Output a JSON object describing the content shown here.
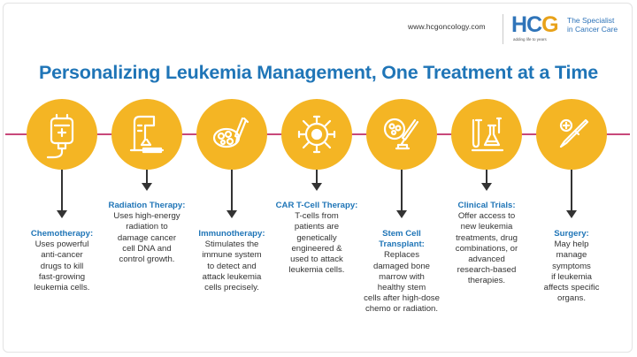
{
  "header": {
    "website": "www.hcgoncology.com",
    "logo_letters": "HC",
    "logo_g": "G",
    "logo_tagline": "adding life to years",
    "logo_text_line1": "The Specialist",
    "logo_text_line2": "in Cancer Care"
  },
  "title": "Personalizing Leukemia Management, One Treatment at a Time",
  "colors": {
    "title_blue": "#1f75b7",
    "circle_yellow": "#f4b524",
    "timeline_pink": "#c8487a"
  },
  "treatments": [
    {
      "icon": "iv-bag-icon",
      "heading": "Chemotherapy:",
      "lines": [
        "Uses powerful",
        "anti-cancer",
        "drugs to kill",
        "fast-growing",
        "leukemia cells."
      ]
    },
    {
      "icon": "radiation-machine-icon",
      "heading": "Radiation Therapy:",
      "lines": [
        "Uses high-energy",
        "radiation to",
        "damage cancer",
        "cell DNA and",
        "control growth."
      ]
    },
    {
      "icon": "cells-syringe-icon",
      "heading": "Immunotherapy:",
      "lines": [
        "Stimulates the",
        "immune system",
        "to detect and",
        "attack leukemia",
        "cells precisely."
      ]
    },
    {
      "icon": "t-cell-icon",
      "heading": "CAR T-Cell Therapy:",
      "lines": [
        "T-cells from",
        "patients are",
        "genetically",
        "engineered &",
        "used to attack",
        "leukemia cells."
      ]
    },
    {
      "icon": "petri-dish-syringe-icon",
      "heading_lines": [
        "Stem Cell",
        "Transplant:"
      ],
      "lines": [
        "Replaces",
        "damaged bone",
        "marrow with",
        "healthy stem",
        "cells after high-dose",
        "chemo or radiation."
      ]
    },
    {
      "icon": "test-tubes-icon",
      "heading": "Clinical Trials:",
      "lines": [
        "Offer access to",
        "new leukemia",
        "treatments, drug",
        "combinations, or",
        "advanced",
        "research-based",
        "therapies."
      ]
    },
    {
      "icon": "scalpel-icon",
      "heading": "Surgery:",
      "lines": [
        "May help",
        "manage",
        "symptoms",
        "if leukemia",
        "affects specific",
        "organs."
      ]
    }
  ]
}
